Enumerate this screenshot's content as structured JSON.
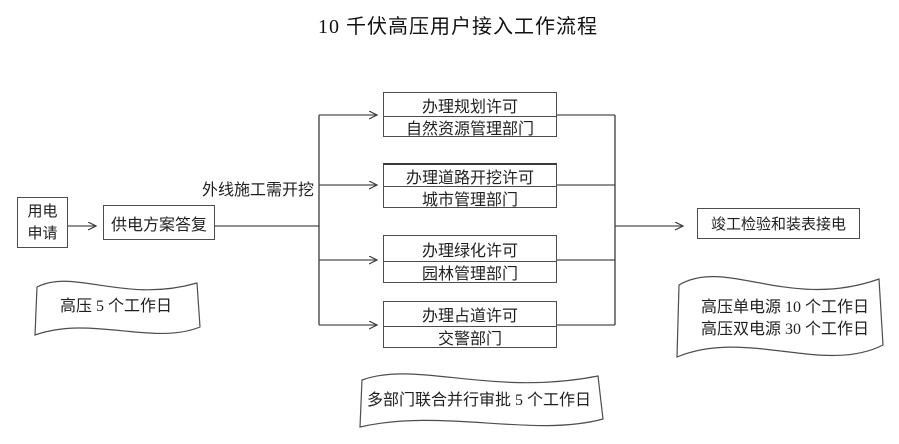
{
  "title": "10 千伏高压用户接入工作流程",
  "flow": {
    "start": {
      "line1": "用电",
      "line2": "申请"
    },
    "reply": "供电方案答复",
    "branch_label": "外线施工需开挖",
    "permits": [
      {
        "permit": "办理规划许可",
        "department": "自然资源管理部门"
      },
      {
        "permit": "办理道路开挖许可",
        "department": "城市管理部门"
      },
      {
        "permit": "办理绿化许可",
        "department": "园林管理部门"
      },
      {
        "permit": "办理占道许可",
        "department": "交警部门"
      }
    ],
    "final": "竣工检验和装表接电"
  },
  "annotations": {
    "left": "高压 5 个工作日",
    "right_line1": "高压单电源 10 个工作日",
    "right_line2": "高压双电源 30 个工作日",
    "bottom": "多部门联合并行审批 5 个工作日"
  },
  "colors": {
    "line": "#4d4d4d",
    "text": "#1f1f1f",
    "background": "#ffffff"
  }
}
